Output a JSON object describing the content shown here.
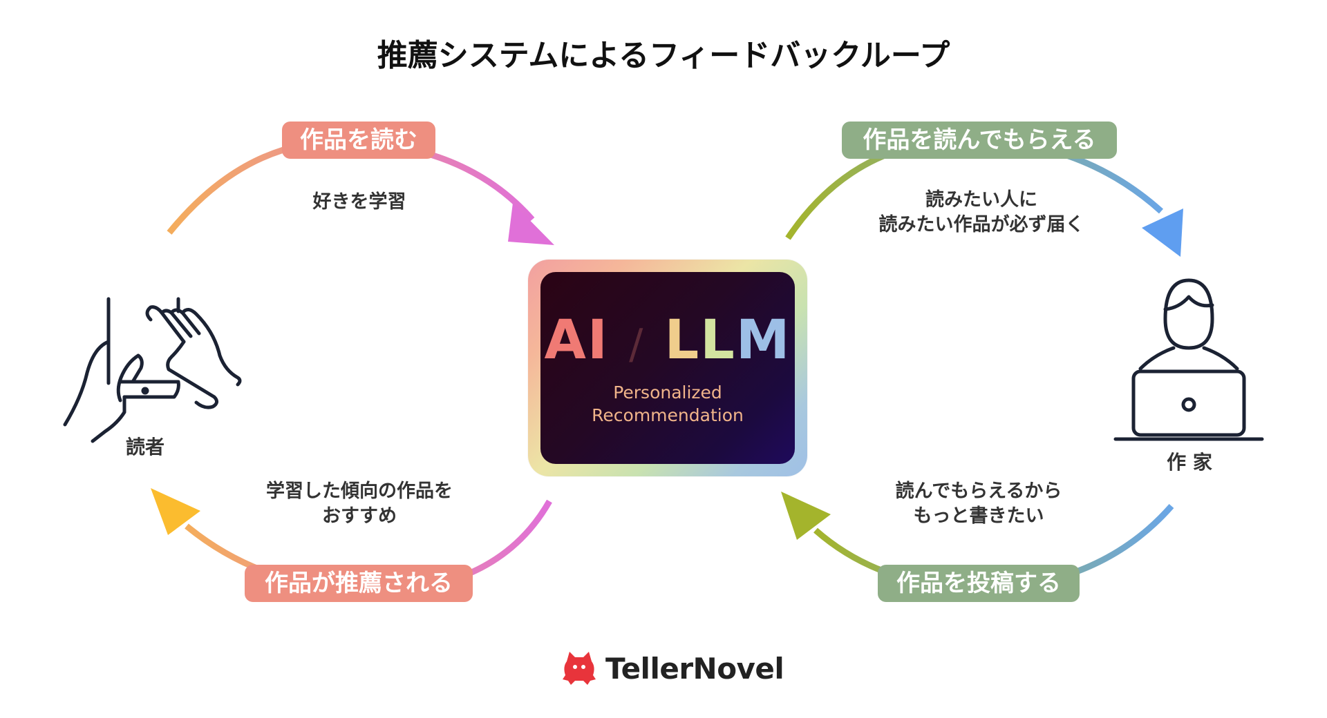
{
  "title": "推薦システムによるフィードバックループ",
  "center": {
    "main_ai": "AI",
    "main_slash": "/",
    "main_llm_l1": "L",
    "main_llm_l2": "L",
    "main_llm_m": "M",
    "sub_line1": "Personalized",
    "sub_line2": "Recommendation"
  },
  "left": {
    "top_label": "作品を読む",
    "top_desc": "好きを学習",
    "bottom_label": "作品が推薦される",
    "bottom_desc_line1": "学習した傾向の作品を",
    "bottom_desc_line2": "おすすめ",
    "role": "読者",
    "icon": "hand-smartphone-icon"
  },
  "right": {
    "top_label": "作品を読んでもらえる",
    "top_desc_line1": "読みたい人に",
    "top_desc_line2": "読みたい作品が必ず届く",
    "bottom_label": "作品を投稿する",
    "bottom_desc_line1": "読んでもらえるから",
    "bottom_desc_line2": "もっと書きたい",
    "role": "作 家",
    "icon": "person-laptop-icon"
  },
  "brand": {
    "name": "TellerNovel",
    "icon": "cat-logo-icon"
  },
  "colors": {
    "label_red": "#ee8f80",
    "label_green": "#8fae87",
    "arrow_orange": "#f4ad5c",
    "arrow_pink": "#e070d8",
    "arrow_yellow": "#fbbc2f",
    "arrow_olive": "#a4b42c",
    "arrow_blue": "#5f9ef0",
    "logo_red": "#e8343b"
  }
}
